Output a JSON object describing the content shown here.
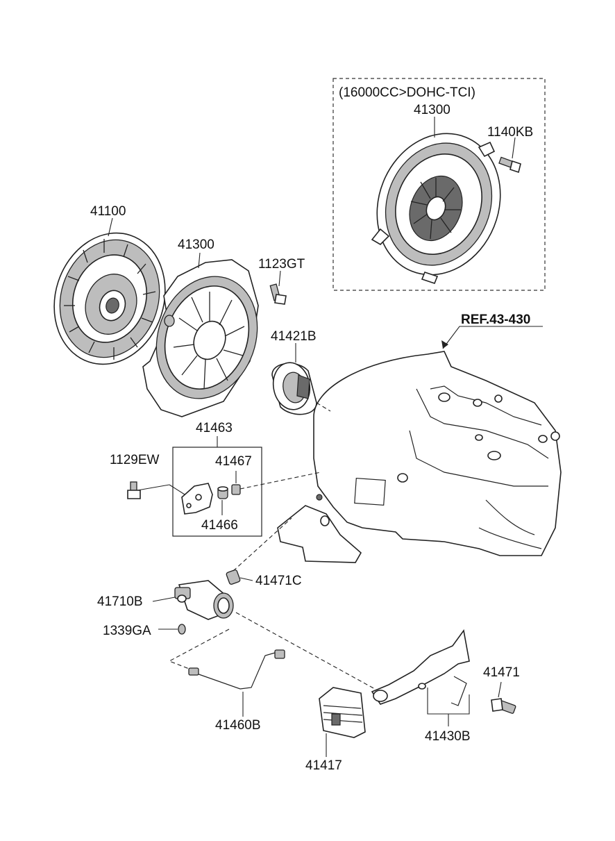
{
  "labels": {
    "variant_note": "(16000CC>DOHC-TCI)",
    "p41300_variant": "41300",
    "p1140KB": "1140KB",
    "p41100": "41100",
    "p41300": "41300",
    "p1123GT": "1123GT",
    "p41421B": "41421B",
    "ref": "REF.43-430",
    "p41463": "41463",
    "p1129EW": "1129EW",
    "p41467": "41467",
    "p41466": "41466",
    "p41471C": "41471C",
    "p41710B": "41710B",
    "p1339GA": "1339GA",
    "p41471": "41471",
    "p41460B": "41460B",
    "p41417": "41417",
    "p41430B": "41430B"
  }
}
